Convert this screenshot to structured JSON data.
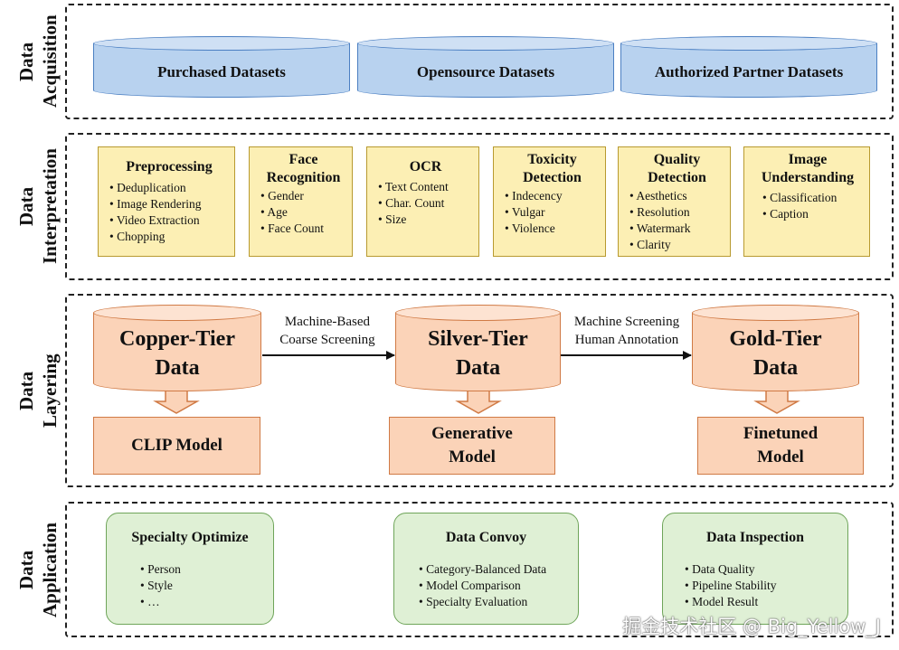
{
  "acquisition": {
    "label": "Data\nAcquisition",
    "sources": [
      "Purchased Datasets",
      "Opensource Datasets",
      "Authorized Partner Datasets"
    ]
  },
  "interpretation": {
    "label": "Data\nInterpretation",
    "cards": [
      {
        "title": "Preprocessing",
        "items": [
          "Deduplication",
          "Image Rendering",
          "Video Extraction",
          "Chopping"
        ]
      },
      {
        "title": "Face\nRecognition",
        "items": [
          "Gender",
          "Age",
          "Face Count"
        ]
      },
      {
        "title": "OCR",
        "items": [
          "Text Content",
          "Char. Count",
          "Size"
        ]
      },
      {
        "title": "Toxicity\nDetection",
        "items": [
          "Indecency",
          "Vulgar",
          "Violence"
        ]
      },
      {
        "title": "Quality\nDetection",
        "items": [
          "Aesthetics",
          "Resolution",
          "Watermark",
          "Clarity"
        ]
      },
      {
        "title": "Image\nUnderstanding",
        "items": [
          "Classification",
          "Caption"
        ]
      }
    ]
  },
  "layering": {
    "label": "Data\nLayering",
    "tiers": [
      {
        "name": "Copper-Tier\nData",
        "model": "CLIP Model"
      },
      {
        "name": "Silver-Tier\nData",
        "model": "Generative\nModel"
      },
      {
        "name": "Gold-Tier\nData",
        "model": "Finetuned\nModel"
      }
    ],
    "transitions": [
      "Machine-Based\nCoarse Screening",
      "Machine Screening\nHuman Annotation"
    ]
  },
  "application": {
    "label": "Data\nApplication",
    "cards": [
      {
        "title": "Specialty Optimize",
        "items": [
          "Person",
          "Style",
          "…"
        ]
      },
      {
        "title": "Data Convoy",
        "items": [
          "Category-Balanced Data",
          "Model Comparison",
          "Specialty Evaluation"
        ]
      },
      {
        "title": "Data Inspection",
        "items": [
          "Data Quality",
          "Pipeline Stability",
          "Model Result"
        ]
      }
    ]
  },
  "watermark": "掘金技术社区 @ Big_Yellow_J",
  "colors": {
    "acquisition_fill": "#b8d2ef",
    "interpretation_fill": "#fcefb4",
    "layering_fill": "#fbd3b8",
    "application_fill": "#dff0d5"
  }
}
